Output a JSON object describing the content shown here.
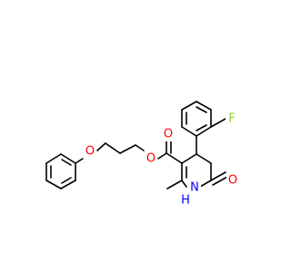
{
  "structure": {
    "atom_labels": {
      "ether_oxygen": "O",
      "ester_oxygen": "O",
      "carbonyl_oxygen_ester": "O",
      "fluorine": "F",
      "lactam_nitrogen": "H",
      "lactam_nitrogen_n": "N",
      "lactam_oxygen": "O"
    },
    "colors": {
      "bond": "#000000",
      "oxygen": "#ff0000",
      "fluorine": "#9acd32",
      "nitrogen": "#0000ff",
      "background": "#ffffff"
    }
  }
}
